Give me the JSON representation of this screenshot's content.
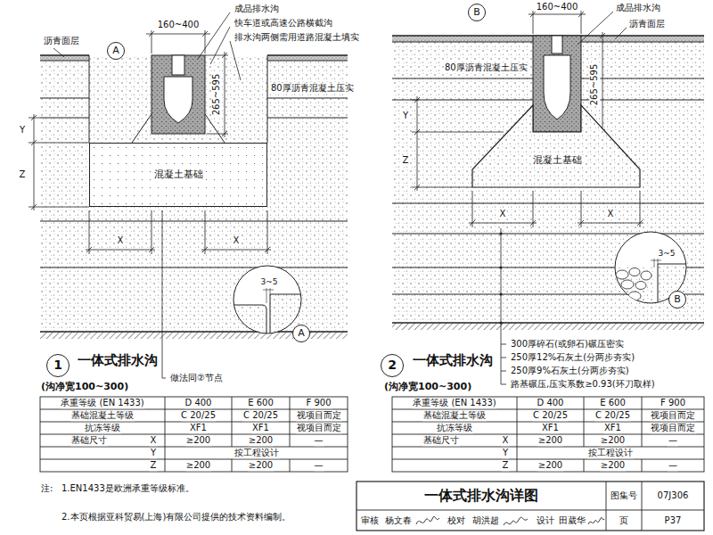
{
  "diagram": {
    "title": "一体式排水沟详图",
    "nodes": [
      {
        "text": [
          "A"
        ]
      },
      {
        "text": [
          "混凝土基础"
        ]
      },
      {
        "text": [
          "A"
        ]
      },
      {
        "text": [
          "1"
        ]
      },
      {
        "text": [
          "B"
        ]
      },
      {
        "text": [
          "混凝土基础"
        ]
      },
      {
        "text": [
          "B"
        ]
      },
      {
        "text": [
          "2"
        ]
      }
    ],
    "labels": [
      "160~400",
      "成品排水沟",
      "快车道或高速公路横截沟",
      "排水沟两侧需用道路混凝土填实",
      "沥青面层",
      "80厚沥青混凝土压实",
      "265~595",
      "Y",
      "Z",
      "X",
      "X",
      "3~5",
      "一体式排水沟",
      "(沟净宽100~300)",
      "做法同②节点",
      "160~400",
      "成品排水沟",
      "沥青面层",
      "80厚沥青混凝土压实",
      "265~595",
      "Y",
      "Z",
      "X",
      "X",
      "3~5",
      "300厚碎石(或卵石)碾压密实",
      "250厚12%石灰土(分两步夯实)",
      "250厚9%石灰土(分两步夯实)",
      "路基碾压,压实系数≥0.93(环刀取样)",
      "一体式排水沟",
      "(沟净宽100~300)",
      "承重等级 (EN 1433)",
      "D 400",
      "E 600",
      "F 900",
      "基础混凝土等级",
      "C 20/25",
      "C 20/25",
      "视项目而定",
      "抗冻等级",
      "XF1",
      "XF1",
      "视项目而定",
      "基础尺寸",
      "X",
      "≥200",
      "≥200",
      "—",
      "Y",
      "按工程设计",
      "Z",
      "≥200",
      "≥200",
      "—",
      "承重等级 (EN 1433)",
      "D 400",
      "E 600",
      "F 900",
      "基础混凝土等级",
      "C 20/25",
      "C 20/25",
      "视项目而定",
      "抗冻等级",
      "XF1",
      "XF1",
      "视项目而定",
      "基础尺寸",
      "X",
      "≥200",
      "≥200",
      "—",
      "Y",
      "按工程设计",
      "Z",
      "≥200",
      "≥200",
      "—",
      "注:",
      "1.EN1433是欧洲承重等级标准。",
      "2.本页根据亚科贸易(上海)有限公司提供的技术资料编制。",
      "图集号",
      "07J306",
      "审核",
      "杨文春",
      "校对",
      "胡洪超",
      "设计",
      "田葳华",
      "页",
      "P37"
    ]
  }
}
